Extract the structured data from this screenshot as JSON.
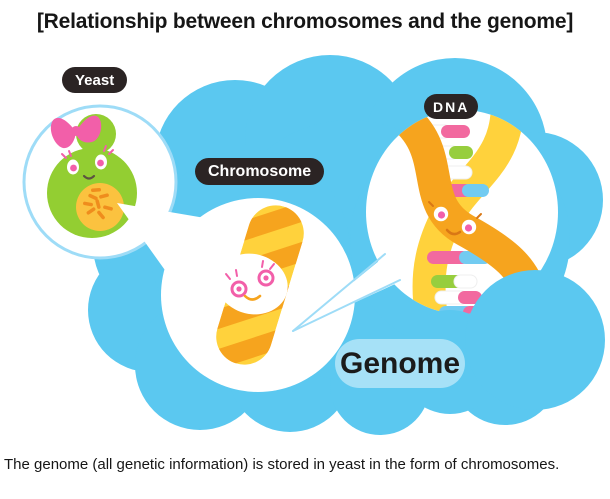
{
  "title": "[Relationship between chromosomes and the genome]",
  "caption": "The genome (all genetic information) is stored in yeast in the form of chromosomes.",
  "labels": {
    "yeast": "Yeast",
    "chromosome": "Chromosome",
    "dna": "DNA",
    "genome": "Genome"
  },
  "colors": {
    "cloud": "#5BC8F0",
    "pill_dark": "#2B2424",
    "pill_light": "#A6E1F7",
    "circle_border": "#9EDCF7",
    "body_green": "#93CE32",
    "pink": "#F25FA9",
    "yellow": "#FFD23C",
    "orange": "#F6A41E",
    "nucleus": "#FBC23F",
    "rod_orange": "#EF8D1D",
    "rung_pink": "#F2699F",
    "rung_green": "#97CE3E",
    "rung_blue": "#72CBF1",
    "mouth_dark": "#5C5340",
    "mouth_orange": "#D97715",
    "text": "#161616"
  }
}
